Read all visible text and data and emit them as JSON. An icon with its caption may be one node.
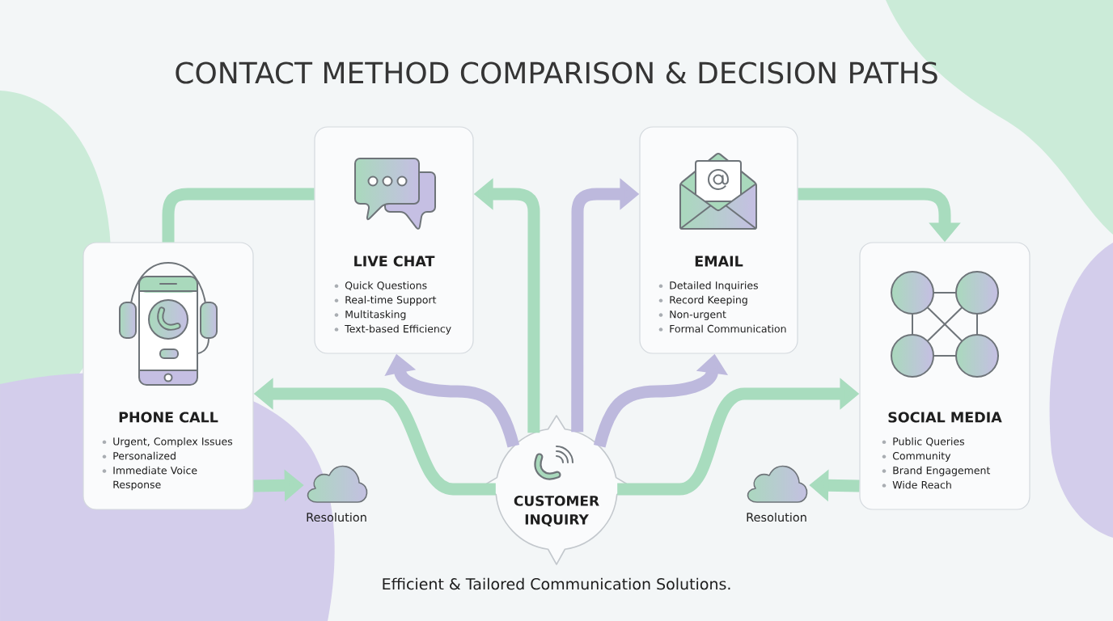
{
  "diagram": {
    "title": "CONTACT METHOD COMPARISON & DECISION PATHS",
    "caption": "Efficient & Tailored Communication Solutions.",
    "nodes": [
      {
        "text": [
          "LIVE CHAT",
          "Quick Questions",
          "Real-time Support",
          "Multitasking",
          "Text-based Efficiency"
        ]
      },
      {
        "text": [
          "EMAIL",
          "Detailed Inquiries",
          "Record Keeping",
          "Non-urgent",
          "Formal Communication"
        ]
      },
      {
        "text": [
          "PHONE CALL",
          "Urgent, Complex Issues",
          "Personalized",
          "Immediate Voice Response"
        ]
      },
      {
        "text": [
          "SOCIAL MEDIA",
          "Public Queries",
          "Community",
          "Brand Engagement",
          "Wide Reach"
        ]
      },
      {
        "text": [
          "CUSTOMER INQUIRY"
        ]
      },
      {
        "text": [],
        "shape": "cloud",
        "beside": [
          "Resolution"
        ]
      },
      {
        "text": [],
        "shape": "cloud",
        "beside": [
          "Resolution"
        ]
      }
    ],
    "edges": [
      {
        "from": 4,
        "to": 2,
        "arrow": "to"
      },
      {
        "from": 4,
        "to": 0,
        "arrow": "to",
        "color": "#bdb9dd"
      },
      {
        "from": 4,
        "to": 0,
        "arrow": "to"
      },
      {
        "from": 4,
        "to": 1,
        "arrow": "to",
        "color": "#bdb9dd"
      },
      {
        "from": 4,
        "to": 1,
        "arrow": "to",
        "color": "#bdb9dd"
      },
      {
        "from": 4,
        "to": 3,
        "arrow": "to"
      },
      {
        "from": 0,
        "to": 2,
        "arrow": "none"
      },
      {
        "from": 1,
        "to": 3,
        "arrow": "to"
      },
      {
        "from": 2,
        "to": 5,
        "arrow": "to"
      },
      {
        "from": 3,
        "to": 6,
        "arrow": "to"
      }
    ]
  }
}
